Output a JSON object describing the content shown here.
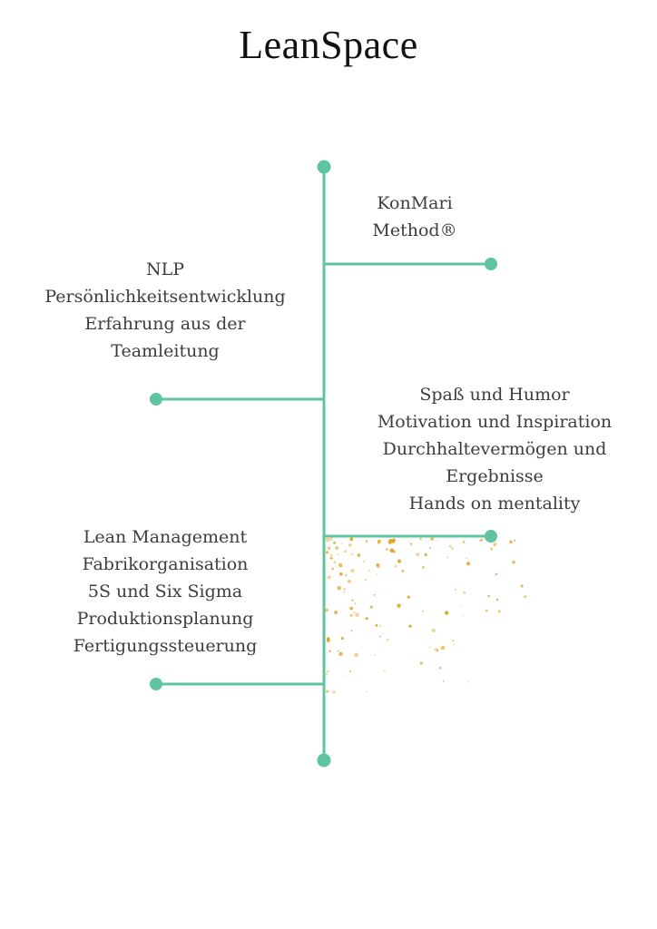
{
  "title": "LeanSpace",
  "colors": {
    "line": "#5fc4a0",
    "dot": "#5fc4a0",
    "text": "#3d3d3d",
    "title": "#111111",
    "sparkle": "#e0a020"
  },
  "blocks": [
    {
      "id": "konmari",
      "lines": [
        "KonMari",
        "Method®"
      ]
    },
    {
      "id": "nlp",
      "lines": [
        "NLP",
        "Persönlichkeitsentwicklung",
        "Erfahrung aus der",
        "Teamleitung"
      ]
    },
    {
      "id": "spass",
      "lines": [
        "Spaß und Humor",
        "Motivation und Inspiration",
        "Durchhaltevermögen und",
        "Ergebnisse",
        "Hands on mentality"
      ]
    },
    {
      "id": "lean",
      "lines": [
        "Lean Management",
        "Fabrikorganisation",
        "5S und Six Sigma",
        "Produktionsplanung",
        "Fertigungssteuerung"
      ]
    }
  ]
}
